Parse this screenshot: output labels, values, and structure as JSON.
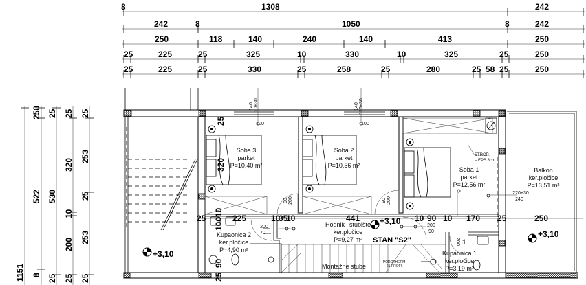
{
  "dimensions_top": {
    "row1": [
      "8",
      "1308",
      "242"
    ],
    "row2": [
      "242",
      "8",
      "1050",
      "8",
      "242"
    ],
    "row3": [
      "250",
      "118",
      "140",
      "240",
      "140",
      "413",
      "250"
    ],
    "row4": [
      "25",
      "225",
      "25",
      "325",
      "10",
      "330",
      "10",
      "325",
      "25",
      "250"
    ],
    "row5": [
      "25",
      "225",
      "25",
      "330",
      "25",
      "258",
      "25",
      "280",
      "25",
      "58",
      "25",
      "250"
    ]
  },
  "dimensions_left": {
    "col1": [
      "1151"
    ],
    "col2": [
      "258",
      "522",
      "8"
    ],
    "col3": [
      "25",
      "530",
      "25"
    ],
    "col4": [
      "25",
      "320",
      "10",
      "200",
      "25"
    ],
    "col5": [
      "25",
      "253",
      "25",
      "253",
      "25"
    ]
  },
  "dimensions_inner": {
    "row": [
      "25",
      "225",
      "10",
      "35",
      "10",
      "441",
      "10",
      "90",
      "10",
      "170",
      "25",
      "250"
    ],
    "vertical": [
      "25",
      "320",
      "10",
      "100",
      "90",
      "25"
    ],
    "door_soba3": [
      "90",
      "200"
    ],
    "door_soba2": [
      "90",
      "200"
    ],
    "door_kup2": [
      "200",
      "70"
    ],
    "door_hodnik": [
      "200",
      "90"
    ],
    "door_kup1": [
      "200",
      "70"
    ],
    "window_soba3": [
      "140",
      "120+30",
      "100"
    ],
    "window_soba2": [
      "140",
      "120+30",
      "100"
    ],
    "window_soba1": [
      "220+30",
      "240"
    ]
  },
  "rooms": [
    {
      "name": "Soba 3",
      "floor": "parket",
      "area": "P=10,40 m²"
    },
    {
      "name": "Soba 2",
      "floor": "parket",
      "area": "P=10,56 m²"
    },
    {
      "name": "Soba 1",
      "floor": "parket",
      "area": "P=12,56 m²"
    },
    {
      "name": "Balkon",
      "floor": "ker.pločice",
      "area": "P=13,51 m²"
    },
    {
      "name": "Hodnik i stubište",
      "floor": "ker.pločice",
      "area": "P=9,27 m²"
    },
    {
      "name": "Kupaonica 2",
      "floor": "ker.pločice",
      "area": "P=4,90 m²"
    },
    {
      "name": "Kupaonica 1",
      "floor": "ker.pločice",
      "area": "P=3,19 m²"
    }
  ],
  "elevations": [
    "+3,10",
    "+3,10",
    "+3,10"
  ],
  "unit_label": "STAN \"S2\"",
  "stairs_label": "Montažne stube",
  "stair_note": [
    "POROTHERM",
    "25 PROFI"
  ],
  "ceiling_note": [
    "STROP",
    "– EPS 8cm"
  ],
  "colors": {
    "line": "#000000",
    "background": "#ffffff"
  }
}
